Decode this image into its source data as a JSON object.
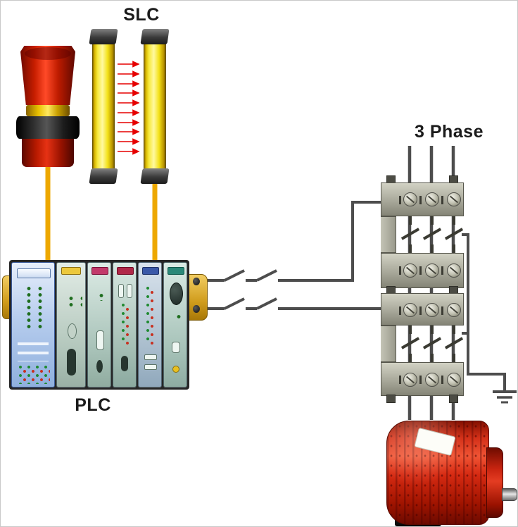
{
  "diagram": {
    "labels": {
      "slc": "SLC",
      "plc": "PLC",
      "three_phase": "3 Phase"
    },
    "colors": {
      "signal_wire_yellow": "#EDA800",
      "power_wire_gray": "#4D4D4D",
      "estop_red": "#CE2000",
      "light_curtain_yellow": "#F7E520",
      "beam_red": "#E60000",
      "motor_red": "#D62A12",
      "contactor_gray": "#A8A89A"
    },
    "components": {
      "estop": "emergency-stop-button",
      "light_curtain": "safety-light-curtain",
      "controller": "plc-rack",
      "contactors": [
        "contactor-upper",
        "contactor-lower"
      ],
      "motor": "three-phase-motor",
      "ground": "ground-symbol"
    }
  }
}
